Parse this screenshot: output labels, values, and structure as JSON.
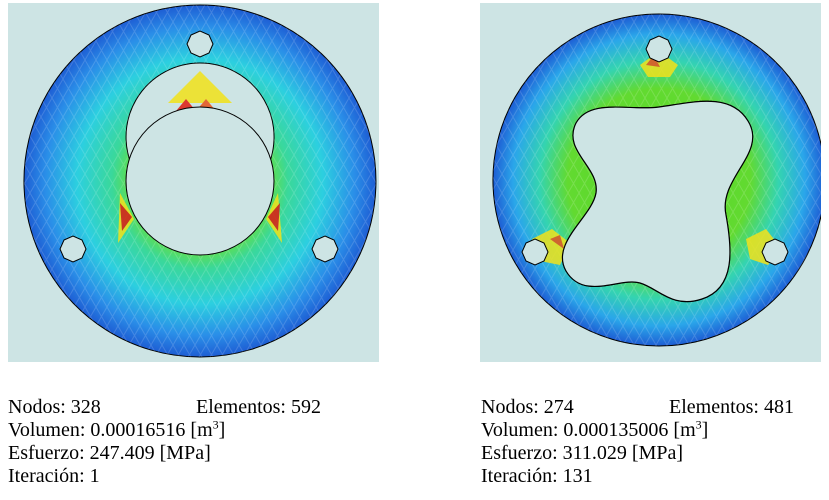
{
  "figures": [
    {
      "nodes_label": "Nodos:",
      "nodes_value": "328",
      "elements_label": "Elementos:",
      "elements_value": "592",
      "volume_label": "Volumen:",
      "volume_value": "0.00016516",
      "volume_unit_open": "[m",
      "volume_unit_exp": "3",
      "volume_unit_close": "]",
      "stress_label": "Esfuerzo:",
      "stress_value": "247.409",
      "stress_unit": "[MPa]",
      "iteration_label": "Iteración:",
      "iteration_value": "1"
    },
    {
      "nodes_label": "Nodos:",
      "nodes_value": "274",
      "elements_label": "Elementos:",
      "elements_value": "481",
      "volume_label": "Volumen:",
      "volume_value": "0.000135006",
      "volume_unit_open": "[m",
      "volume_unit_exp": "3",
      "volume_unit_close": "]",
      "stress_label": "Esfuerzo:",
      "stress_value": "311.029",
      "stress_unit": "[MPa]",
      "iteration_label": "Iteración:",
      "iteration_value": "131"
    }
  ],
  "colors": {
    "panel_background": "#cde4e4",
    "outline": "#000000",
    "low_stress": "#1e64d8",
    "mid_stress": "#33d0c8",
    "high_stress": "#55d628",
    "peak_stress": "#e01a10"
  }
}
